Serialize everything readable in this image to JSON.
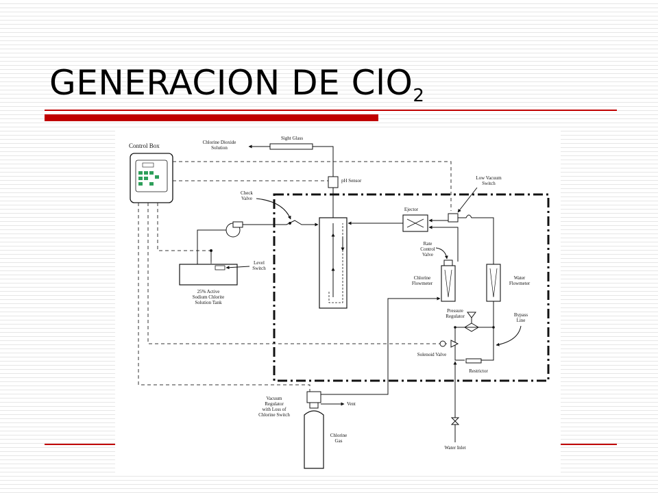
{
  "slide": {
    "title_main": "GENERACION DE ClO",
    "title_sub": "2",
    "accent_color": "#c00000"
  },
  "diagram": {
    "labels": {
      "control_box": "Control Box",
      "chlorine_dioxide_solution": [
        "Chlorine Dioxide",
        "Solution"
      ],
      "sight_glass": "Sight Glass",
      "ph_sensor": "pH Sensor",
      "low_vacuum_switch": [
        "Low Vacuum",
        "Switch"
      ],
      "check_valve": [
        "Check",
        "Valve"
      ],
      "ejector": "Ejector",
      "rate_control_valve": [
        "Rate",
        "Control",
        "Valve"
      ],
      "level_switch": [
        "Level",
        "Switch"
      ],
      "solution_tank": [
        "25% Active",
        "Sodium Chlorite",
        "Solution Tank"
      ],
      "chlorine_flowmeter": [
        "Chlorine",
        "Flowmeter"
      ],
      "water_flowmeter": [
        "Water",
        "Flowmeter"
      ],
      "pressure_regulator": [
        "Pressure",
        "Regulator"
      ],
      "bypass_line": [
        "Bypass",
        "Line"
      ],
      "solenoid_valve": "Solenoid Valve",
      "restrictor": "Restrictor",
      "vacuum_regulator": [
        "Vacuum",
        "Regulator",
        "with Loss of",
        "Chlorine Switch"
      ],
      "vent": "Vent",
      "chlorine_gas": [
        "Chlorine",
        "Gas"
      ],
      "water_inlet": "Water Inlet"
    }
  }
}
